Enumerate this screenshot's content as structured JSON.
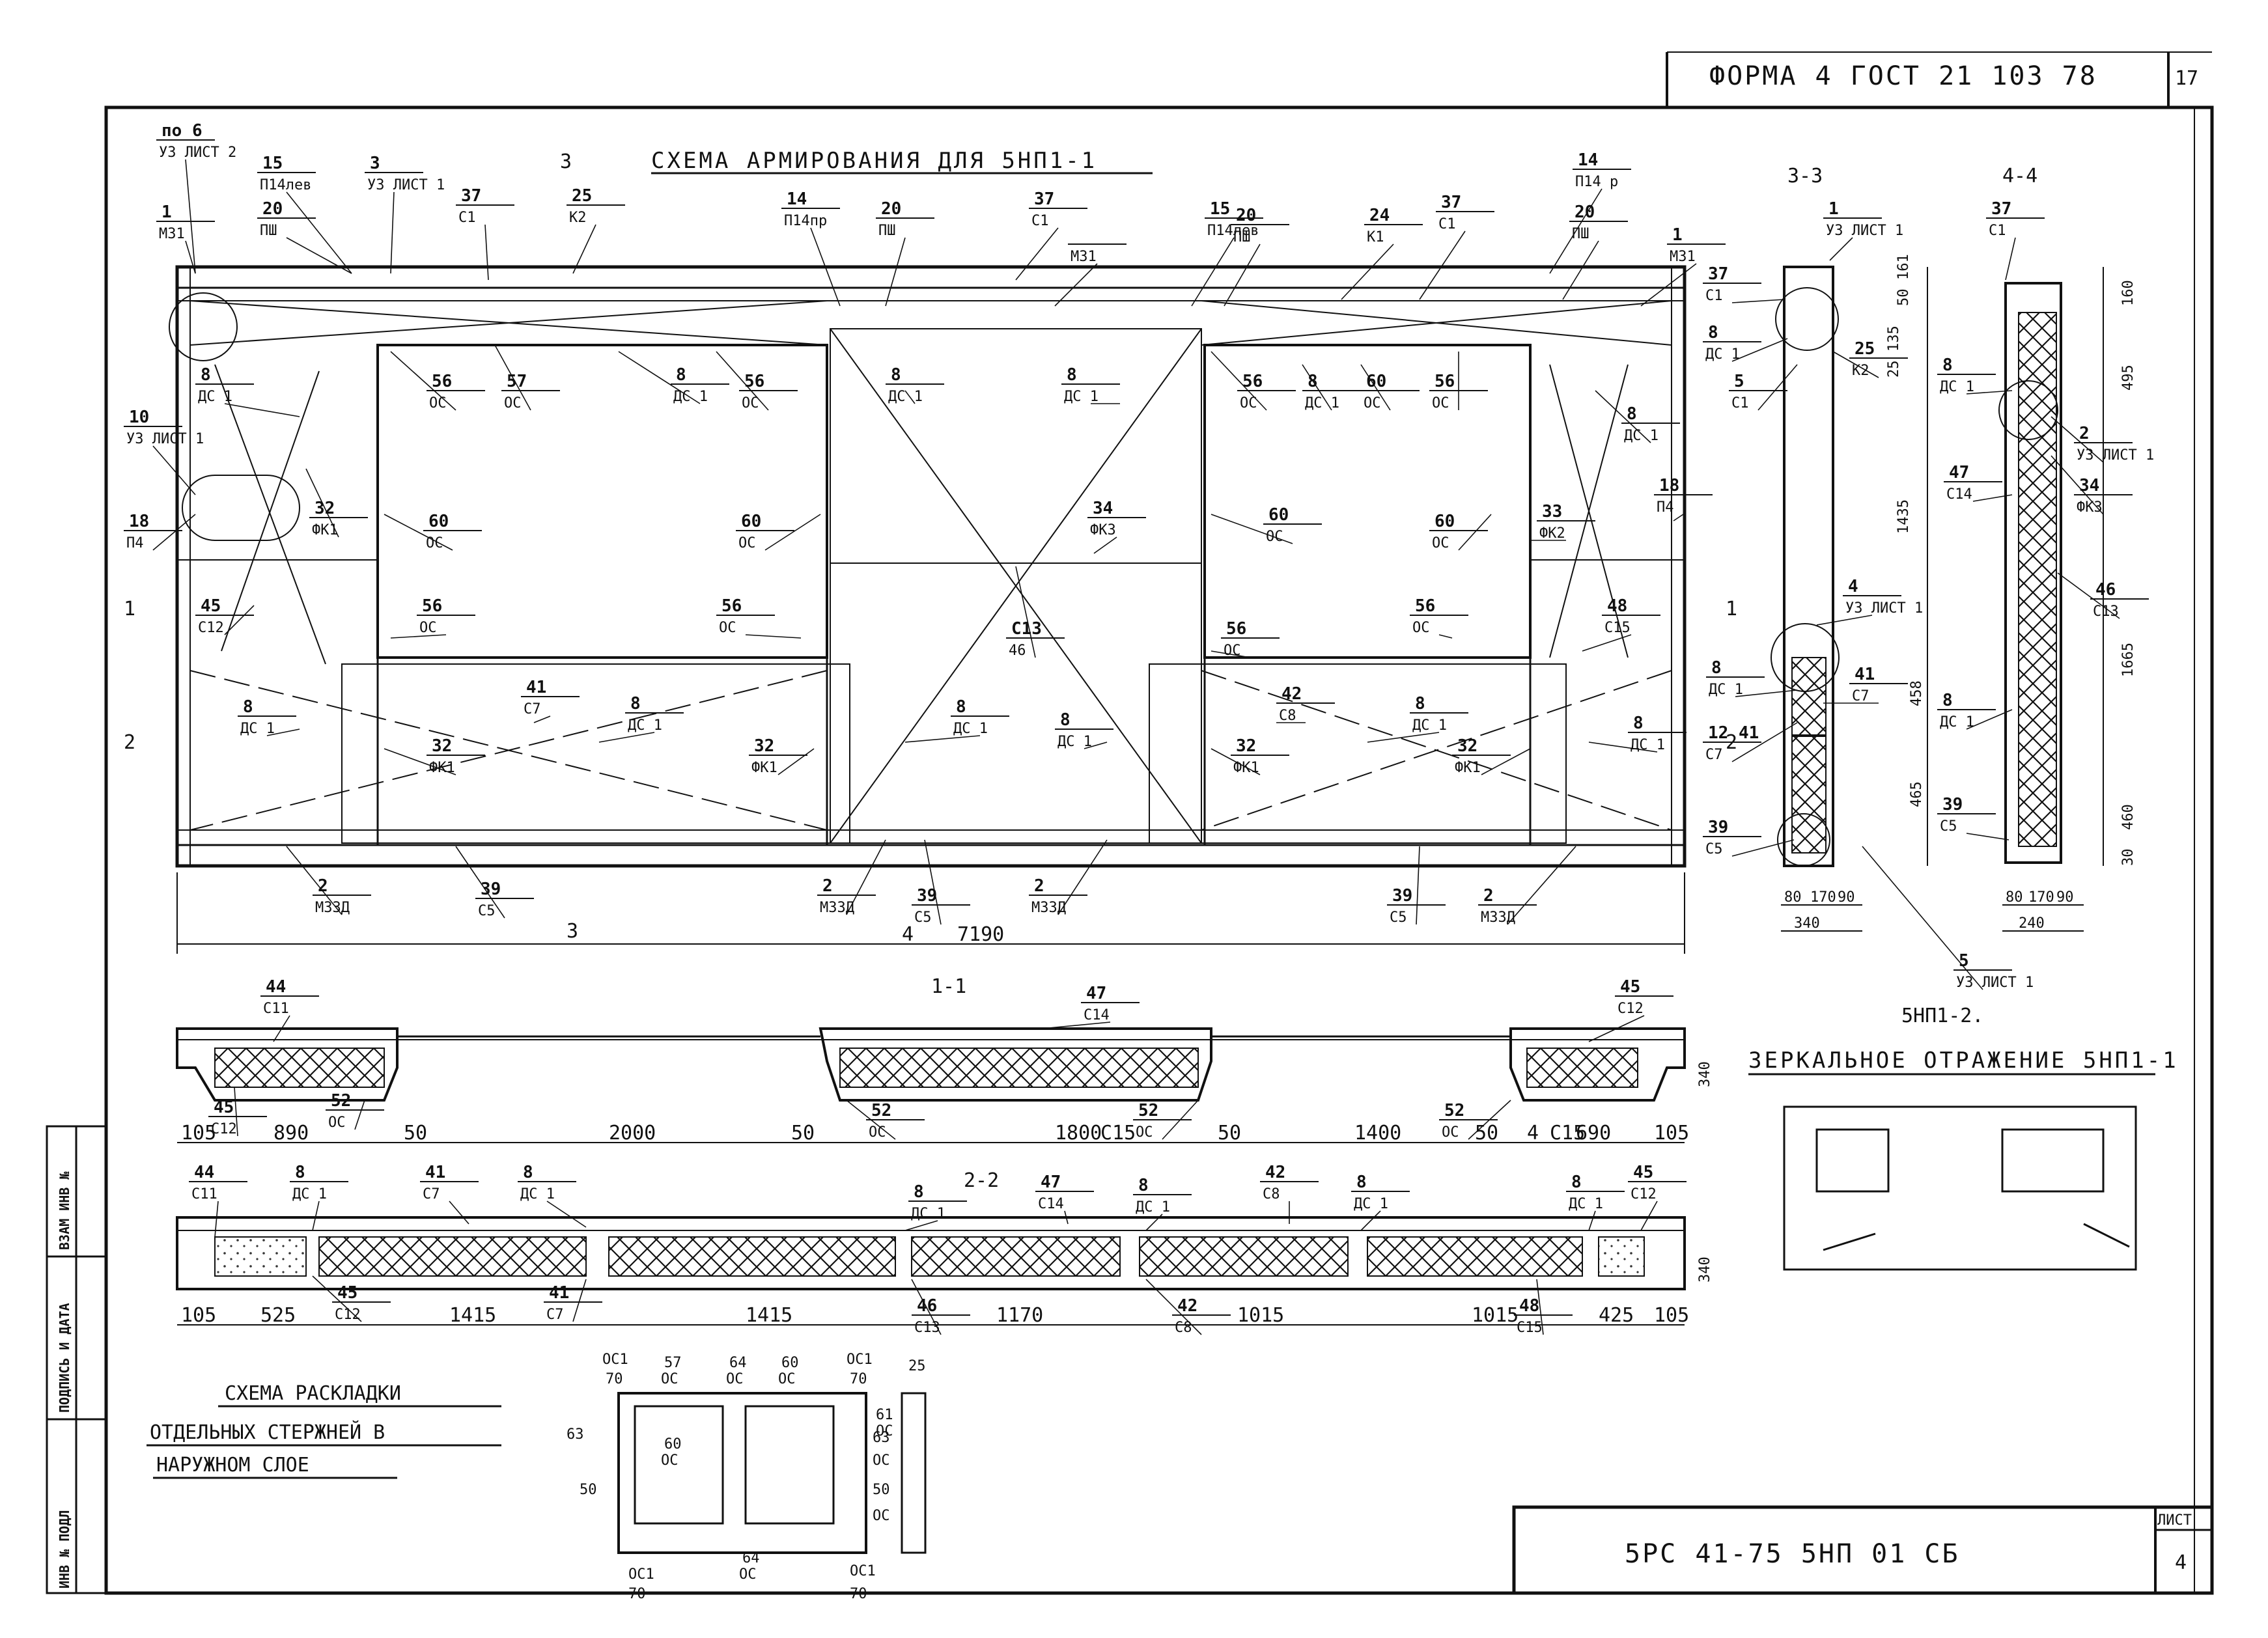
{
  "header": {
    "form_text": "ФОРМА 4 ГОСТ 21 103 78",
    "sheet_no": "17"
  },
  "stamp": {
    "code": "5РС 41-75  5НП 01 СБ",
    "list_label": "ЛИСТ",
    "list_no": "4"
  },
  "side_columns": [
    "ИНВ № ПОДЛ",
    "ПОДПИСЬ И ДАТА",
    "ВЗАМ ИНВ №"
  ],
  "main": {
    "title": "СХЕМА АРМИРОВАНИЯ ДЛЯ 5НП1-1",
    "overall_dim": "7190",
    "cut_marks": [
      "1",
      "1",
      "2",
      "2",
      "3",
      "3",
      "4"
    ],
    "callouts": [
      {
        "n": "по 6",
        "t": "УЗ ЛИСТ 2"
      },
      {
        "n": "1",
        "t": "М31"
      },
      {
        "n": "15",
        "t": "П14лев"
      },
      {
        "n": "20",
        "t": "ПШ"
      },
      {
        "n": "3",
        "t": "УЗ ЛИСТ 1"
      },
      {
        "n": "37",
        "t": "С1"
      },
      {
        "n": "25",
        "t": "К2"
      },
      {
        "n": "14",
        "t": "П14пр"
      },
      {
        "n": "20",
        "t": "ПШ"
      },
      {
        "n": "37",
        "t": "С1"
      },
      {
        "n": "",
        "t": "М31"
      },
      {
        "n": "15",
        "t": "П14лев"
      },
      {
        "n": "20",
        "t": "ПШ"
      },
      {
        "n": "24",
        "t": "К1"
      },
      {
        "n": "37",
        "t": "С1"
      },
      {
        "n": "14",
        "t": "П14 р"
      },
      {
        "n": "20",
        "t": "ПШ"
      },
      {
        "n": "1",
        "t": "М31"
      },
      {
        "n": "8",
        "t": "ДС 1"
      },
      {
        "n": "56",
        "t": "ОС"
      },
      {
        "n": "57",
        "t": "ОС"
      },
      {
        "n": "8",
        "t": "ДС 1"
      },
      {
        "n": "56",
        "t": "ОС"
      },
      {
        "n": "8",
        "t": "ДС 1"
      },
      {
        "n": "8",
        "t": "ДС 1"
      },
      {
        "n": "56",
        "t": "ОС"
      },
      {
        "n": "8",
        "t": "ДС 1"
      },
      {
        "n": "60",
        "t": "ОС"
      },
      {
        "n": "56",
        "t": "ОС"
      },
      {
        "n": "8",
        "t": "ДС 1"
      },
      {
        "n": "10",
        "t": "УЗ ЛИСТ 1"
      },
      {
        "n": "18",
        "t": "П4"
      },
      {
        "n": "32",
        "t": "ФК1"
      },
      {
        "n": "60",
        "t": "ОС"
      },
      {
        "n": "60",
        "t": "ОС"
      },
      {
        "n": "34",
        "t": "ФК3"
      },
      {
        "n": "60",
        "t": "ОС"
      },
      {
        "n": "60",
        "t": "ОС"
      },
      {
        "n": "33",
        "t": "ФК2"
      },
      {
        "n": "18",
        "t": "П4"
      },
      {
        "n": "45",
        "t": "С12"
      },
      {
        "n": "56",
        "t": "ОС"
      },
      {
        "n": "56",
        "t": "ОС"
      },
      {
        "n": "С13",
        "t": "46"
      },
      {
        "n": "56",
        "t": "ОС"
      },
      {
        "n": "56",
        "t": "ОС"
      },
      {
        "n": "48",
        "t": "С15"
      },
      {
        "n": "8",
        "t": "ДС 1"
      },
      {
        "n": "41",
        "t": "С7"
      },
      {
        "n": "8",
        "t": "ДС 1"
      },
      {
        "n": "8",
        "t": "ДС 1"
      },
      {
        "n": "8",
        "t": "ДС 1"
      },
      {
        "n": "42",
        "t": "С8"
      },
      {
        "n": "8",
        "t": "ДС 1"
      },
      {
        "n": "8",
        "t": "ДС 1"
      },
      {
        "n": "32",
        "t": "ФК1"
      },
      {
        "n": "32",
        "t": "ФК1"
      },
      {
        "n": "32",
        "t": "ФК1"
      },
      {
        "n": "32",
        "t": "ФК1"
      },
      {
        "n": "2",
        "t": "М33Д"
      },
      {
        "n": "39",
        "t": "С5"
      },
      {
        "n": "2",
        "t": "М33Д"
      },
      {
        "n": "39",
        "t": "С5"
      },
      {
        "n": "2",
        "t": "М33Д"
      },
      {
        "n": "39",
        "t": "С5"
      },
      {
        "n": "2",
        "t": "М33Д"
      }
    ]
  },
  "section33": {
    "title": "3-3",
    "callouts": [
      {
        "n": "1",
        "t": "УЗ ЛИСТ 1"
      },
      {
        "n": "37",
        "t": "С1"
      },
      {
        "n": "8",
        "t": "ДС 1"
      },
      {
        "n": "5",
        "t": "С1"
      },
      {
        "n": "25",
        "t": "К2"
      },
      {
        "n": "4",
        "t": "УЗ ЛИСТ 1"
      },
      {
        "n": "8",
        "t": "ДС 1"
      },
      {
        "n": "12 41",
        "t": "С7"
      },
      {
        "n": "41",
        "t": "С7"
      },
      {
        "n": "39",
        "t": "С5"
      },
      {
        "n": "5",
        "t": "УЗ ЛИСТ 1"
      }
    ],
    "dims": [
      "1435",
      "458",
      "465",
      "80",
      "170",
      "90",
      "340",
      "135",
      "25",
      "50",
      "161"
    ]
  },
  "section44": {
    "title": "4-4",
    "callouts": [
      {
        "n": "37",
        "t": "С1"
      },
      {
        "n": "8",
        "t": "ДС 1"
      },
      {
        "n": "2",
        "t": "УЗ ЛИСТ 1"
      },
      {
        "n": "34",
        "t": "ФК3"
      },
      {
        "n": "47",
        "t": "С14"
      },
      {
        "n": "46",
        "t": "С13"
      },
      {
        "n": "8",
        "t": "ДС 1"
      },
      {
        "n": "39",
        "t": "С5"
      }
    ],
    "dims": [
      "160",
      "495",
      "1665",
      "460",
      "30",
      "80",
      "170",
      "90",
      "240"
    ]
  },
  "section11": {
    "title": "1-1",
    "callouts": [
      {
        "n": "44",
        "t": "С11"
      },
      {
        "n": "47",
        "t": "С14"
      },
      {
        "n": "45",
        "t": "С12"
      },
      {
        "n": "45",
        "t": "С12"
      },
      {
        "n": "52",
        "t": "ОС"
      },
      {
        "n": "52",
        "t": "ОС"
      },
      {
        "n": "52",
        "t": "ОС"
      },
      {
        "n": "52",
        "t": "ОС"
      }
    ],
    "dims": [
      "105",
      "890",
      "50",
      "2000",
      "50",
      "1800",
      "С15",
      "50",
      "1400",
      "50",
      "4",
      "С15",
      "690",
      "105",
      "340"
    ]
  },
  "section22": {
    "title": "2-2",
    "callouts": [
      {
        "n": "44",
        "t": "С11"
      },
      {
        "n": "8",
        "t": "ДС 1"
      },
      {
        "n": "41",
        "t": "С7"
      },
      {
        "n": "8",
        "t": "ДС 1"
      },
      {
        "n": "8",
        "t": "ДС 1"
      },
      {
        "n": "47",
        "t": "С14"
      },
      {
        "n": "8",
        "t": "ДС 1"
      },
      {
        "n": "42",
        "t": "С8"
      },
      {
        "n": "8",
        "t": "ДС 1"
      },
      {
        "n": "8",
        "t": "ДС 1"
      },
      {
        "n": "45",
        "t": "С12"
      },
      {
        "n": "45",
        "t": "С12"
      },
      {
        "n": "41",
        "t": "С7"
      },
      {
        "n": "46",
        "t": "С13"
      },
      {
        "n": "42",
        "t": "С8"
      },
      {
        "n": "48",
        "t": "С15"
      }
    ],
    "dims": [
      "105",
      "525",
      "1415",
      "1415",
      "1170",
      "1015",
      "1015",
      "425",
      "105",
      "340"
    ]
  },
  "mirror": {
    "title": "5НП1-2.",
    "subtitle": "ЗЕРКАЛЬНОЕ ОТРАЖЕНИЕ 5НП1-1"
  },
  "layout_scheme": {
    "title_lines": [
      "СХЕМА РАСКЛАДКИ",
      "ОТДЕЛЬНЫХ СТЕРЖНЕЙ В",
      "НАРУЖНОМ СЛОЕ"
    ],
    "labels": [
      "ОС1",
      "70",
      "57",
      "ОС",
      "64",
      "ОС",
      "60",
      "ОС",
      "ОС1",
      "70",
      "25",
      "63",
      "60",
      "ОС",
      "50",
      "63",
      "ОС",
      "50",
      "ОС",
      "ОС1",
      "70",
      "64",
      "ОС",
      "ОС1",
      "70",
      "61",
      "ОС"
    ]
  }
}
